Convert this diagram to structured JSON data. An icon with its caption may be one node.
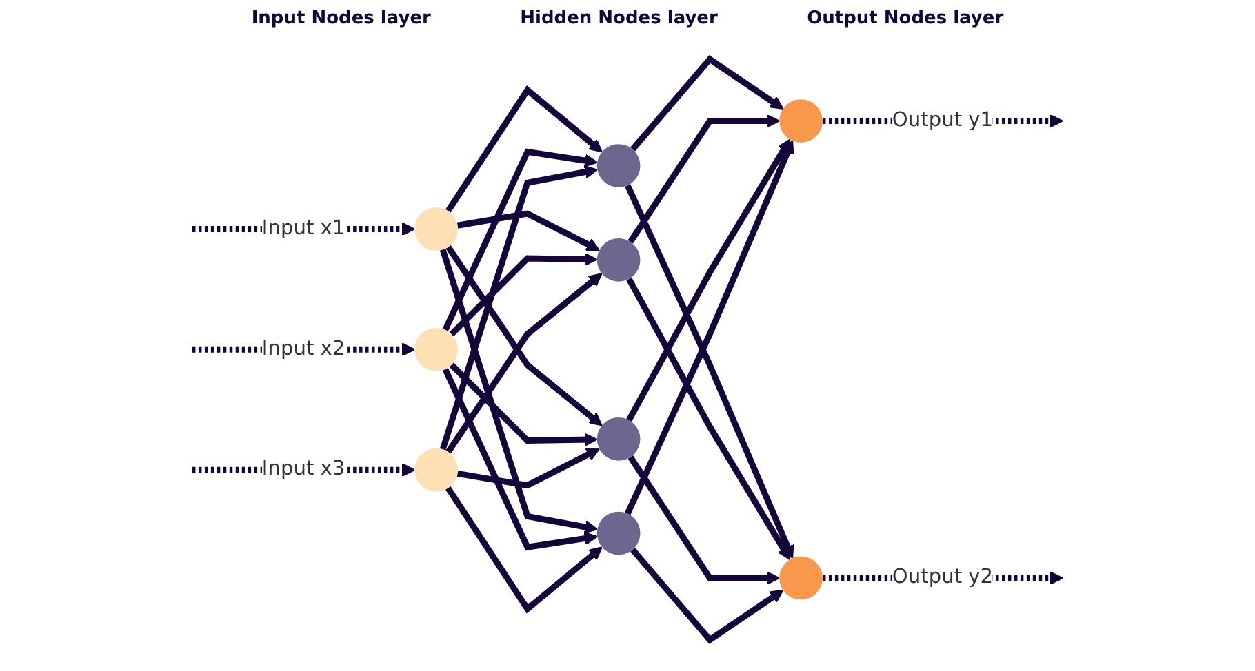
{
  "diagram": {
    "nodes": [
      {
        "text": [],
        "shape": "circle"
      },
      {
        "text": [],
        "shape": "circle"
      },
      {
        "text": [],
        "shape": "circle"
      },
      {
        "text": [],
        "shape": "circle"
      },
      {
        "text": [],
        "shape": "circle"
      },
      {
        "text": [],
        "shape": "circle"
      },
      {
        "text": [],
        "shape": "circle"
      },
      {
        "text": [],
        "shape": "circle"
      },
      {
        "text": [],
        "shape": "circle"
      }
    ],
    "edges": [
      {
        "from": null,
        "to": 0,
        "arrow": "to",
        "label": "Input x1",
        "style": "dashed"
      },
      {
        "from": null,
        "to": 1,
        "arrow": "to",
        "label": "Input x2",
        "style": "dashed"
      },
      {
        "from": null,
        "to": 2,
        "arrow": "to",
        "label": "Input x3",
        "style": "dashed"
      },
      {
        "from": 0,
        "to": 3,
        "arrow": "to"
      },
      {
        "from": 0,
        "to": 4,
        "arrow": "to"
      },
      {
        "from": 0,
        "to": 5,
        "arrow": "to"
      },
      {
        "from": 0,
        "to": 6,
        "arrow": "to"
      },
      {
        "from": 1,
        "to": 3,
        "arrow": "to"
      },
      {
        "from": 1,
        "to": 4,
        "arrow": "to"
      },
      {
        "from": 1,
        "to": 5,
        "arrow": "to"
      },
      {
        "from": 1,
        "to": 6,
        "arrow": "to"
      },
      {
        "from": 2,
        "to": 3,
        "arrow": "to"
      },
      {
        "from": 2,
        "to": 4,
        "arrow": "to"
      },
      {
        "from": 2,
        "to": 5,
        "arrow": "to"
      },
      {
        "from": 2,
        "to": 6,
        "arrow": "to"
      },
      {
        "from": 3,
        "to": 7,
        "arrow": "to"
      },
      {
        "from": 3,
        "to": 8,
        "arrow": "to"
      },
      {
        "from": 4,
        "to": 7,
        "arrow": "to"
      },
      {
        "from": 4,
        "to": 8,
        "arrow": "to"
      },
      {
        "from": 5,
        "to": 7,
        "arrow": "to"
      },
      {
        "from": 5,
        "to": 8,
        "arrow": "to"
      },
      {
        "from": 6,
        "to": 7,
        "arrow": "to"
      },
      {
        "from": 6,
        "to": 8,
        "arrow": "to"
      },
      {
        "from": 7,
        "to": null,
        "arrow": "to",
        "label": "Output y1",
        "style": "dashed"
      },
      {
        "from": 8,
        "to": null,
        "arrow": "to",
        "label": "Output y2",
        "style": "dashed"
      }
    ],
    "labels": [
      "Input Nodes layer",
      "Hidden Nodes layer",
      "Output Nodes layer"
    ]
  }
}
